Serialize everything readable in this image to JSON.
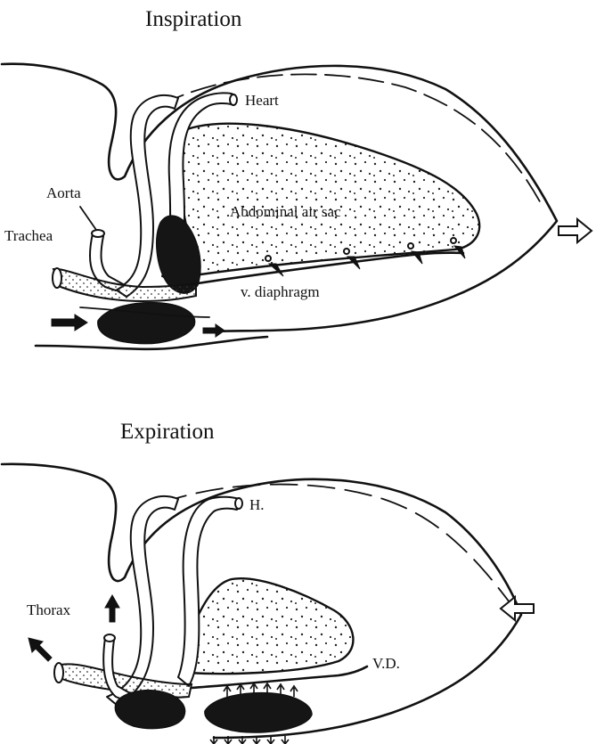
{
  "panels": {
    "inspiration": {
      "title": "Inspiration",
      "labels": {
        "heart": "Heart",
        "aorta": "Aorta",
        "trachea": "Trachea",
        "air_sac": "Abdominal air sac",
        "diaphragm": "v. diaphragm"
      }
    },
    "expiration": {
      "title": "Expiration",
      "labels": {
        "heart": "H.",
        "thorax": "Thorax",
        "diaphragm": "V.D."
      }
    }
  },
  "colors": {
    "ink": "#111111",
    "background": "#ffffff"
  },
  "icons": {
    "open_arrow": "hollow-block-arrow",
    "solid_arrow": "solid-arrow",
    "pin": "attachment-pin"
  }
}
